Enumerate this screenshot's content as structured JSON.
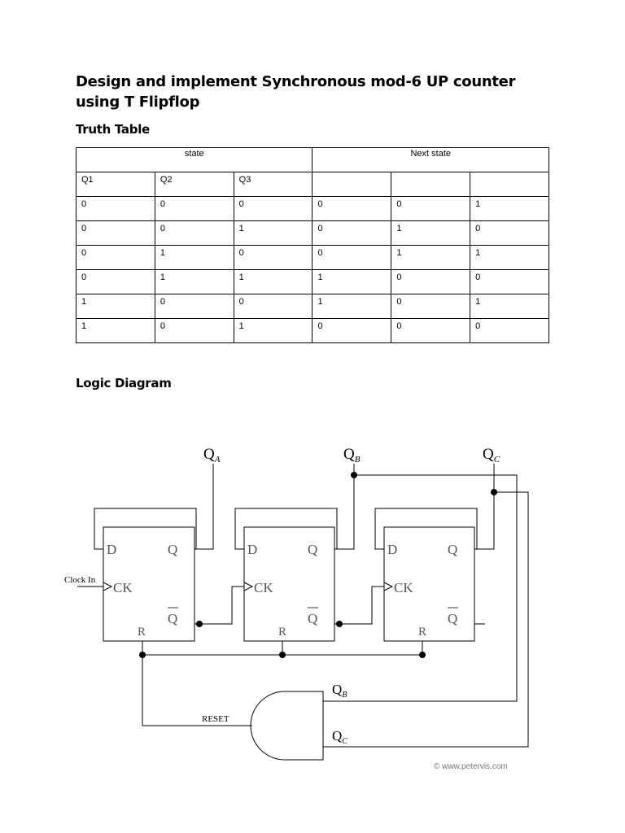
{
  "title": "Design and implement Synchronous mod-6 UP counter using T Flipflop",
  "truth_table": {
    "heading": "Truth Table",
    "group_headers": [
      "state",
      "Next state"
    ],
    "column_headers": [
      "Q1",
      "Q2",
      "Q3",
      "",
      "",
      ""
    ],
    "rows": [
      [
        "0",
        "0",
        "0",
        "0",
        "0",
        "1"
      ],
      [
        "0",
        "0",
        "1",
        "0",
        "1",
        "0"
      ],
      [
        "0",
        "1",
        "0",
        "0",
        "1",
        "1"
      ],
      [
        "0",
        "1",
        "1",
        "1",
        "0",
        "0"
      ],
      [
        "1",
        "0",
        "0",
        "1",
        "0",
        "1"
      ],
      [
        "1",
        "0",
        "1",
        "0",
        "0",
        "0"
      ]
    ]
  },
  "logic_diagram": {
    "heading": "Logic Diagram",
    "outputs": {
      "qa": "Q",
      "qa_sub": "A",
      "qb": "Q",
      "qb_sub": "B",
      "qc": "Q",
      "qc_sub": "C"
    },
    "flipflop_pins": {
      "d": "D",
      "q": "Q",
      "q_bar": "Q",
      "ck": "CK",
      "r": "R"
    },
    "clock_label": "Clock In",
    "reset_label": "RESET",
    "gate_inputs": {
      "qb": "Q",
      "qb_sub": "B",
      "qc": "Q",
      "qc_sub": "C"
    },
    "credit": "© www.petervis.com"
  }
}
